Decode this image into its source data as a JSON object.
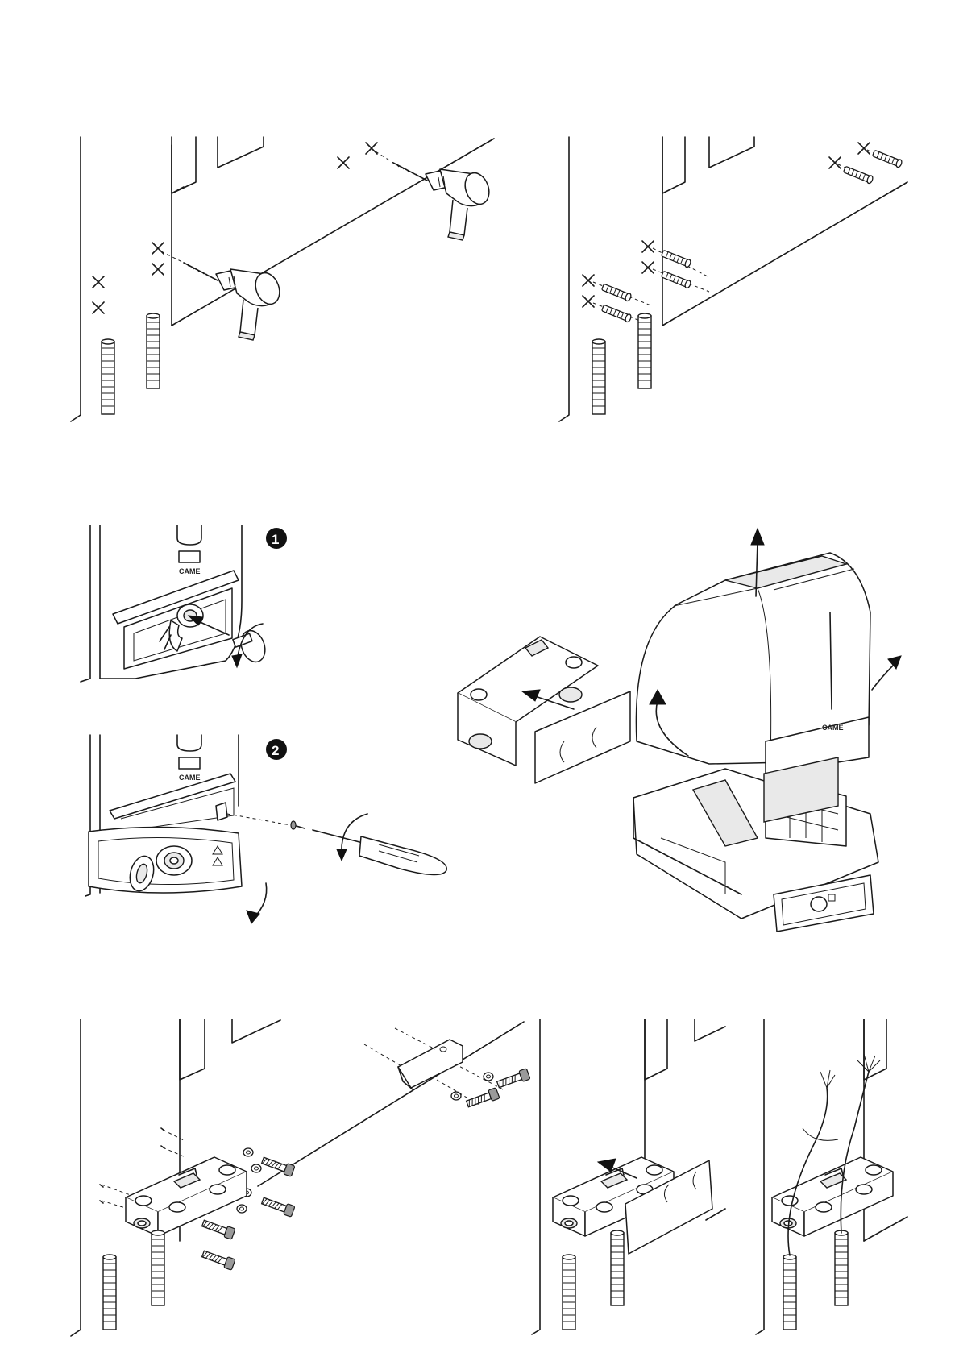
{
  "page": {
    "background": "#ffffff",
    "line_color": "#1a1a1a"
  },
  "figures": [
    {
      "name": "drill-holes",
      "icons": [
        "wall-icon",
        "drill-icon",
        "drill-icon",
        "cable-conduit-icon"
      ]
    },
    {
      "name": "insert-plugs",
      "icons": [
        "wall-icon",
        "wall-plug-icon",
        "cable-conduit-icon"
      ]
    },
    {
      "name": "open-cover",
      "steps": [
        {
          "number": "1",
          "brand": "CAME"
        },
        {
          "number": "2",
          "brand": "CAME"
        }
      ],
      "icons": [
        "key-icon",
        "screwdriver-icon",
        "screw-icon"
      ]
    },
    {
      "name": "remove-housing",
      "brand": "CAME",
      "icons": [
        "gate-operator-icon",
        "mounting-plate-icon",
        "arrow-up-icon"
      ]
    },
    {
      "name": "fix-mounting-plate",
      "icons": [
        "mounting-plate-icon",
        "bracket-icon",
        "bolt-icon",
        "washer-icon"
      ]
    },
    {
      "name": "insert-template",
      "icons": [
        "mounting-plate-icon",
        "template-icon",
        "arrow-icon"
      ]
    },
    {
      "name": "route-cables",
      "icons": [
        "mounting-plate-icon",
        "cable-icon",
        "cable-conduit-icon"
      ]
    }
  ]
}
